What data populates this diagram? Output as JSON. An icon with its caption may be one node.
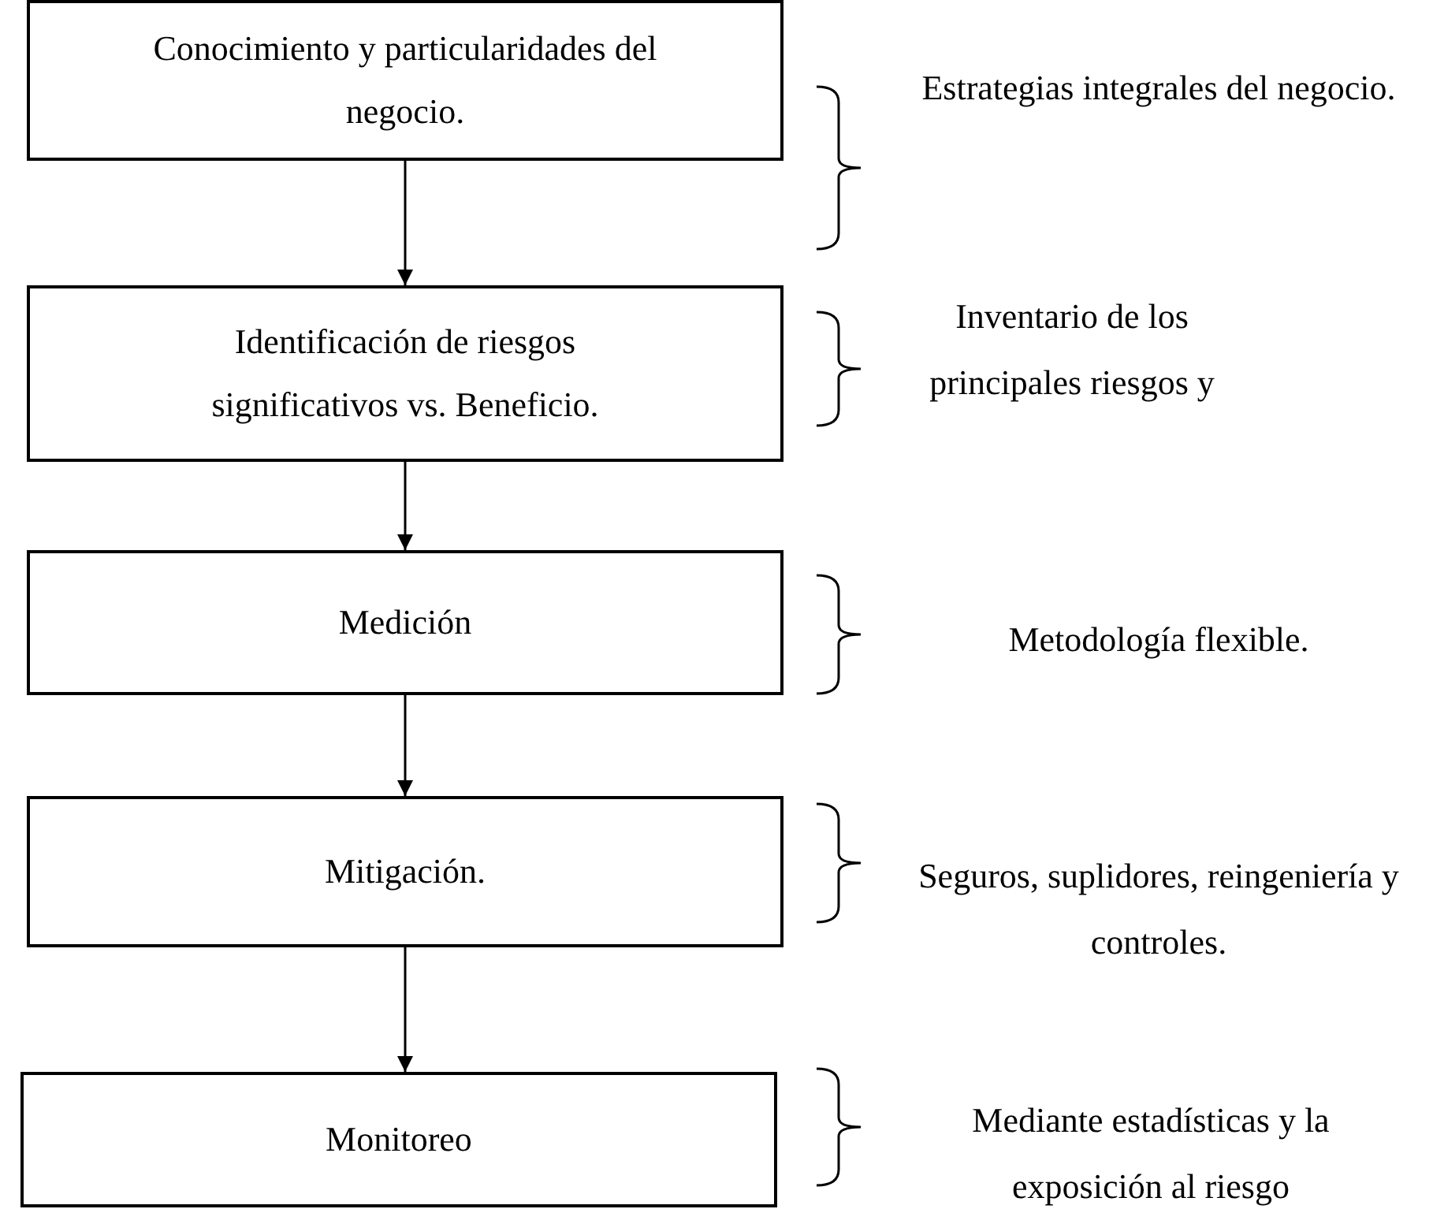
{
  "diagram": {
    "nodes": [
      {
        "text": [
          "Conocimiento y particularidades del negocio."
        ]
      },
      {
        "text": [
          "Identificación de riesgos significativos vs. Beneficio."
        ]
      },
      {
        "text": [
          "Medición"
        ]
      },
      {
        "text": [
          "Mitigación."
        ]
      },
      {
        "text": [
          "Monitoreo"
        ]
      }
    ],
    "labels": [
      "Estrategias integrales del negocio.",
      "Inventario de los principales riesgos y",
      "Metodología flexible.",
      "Seguros, suplidores, reingeniería y controles.",
      "Mediante estadísticas y la exposición al riesgo"
    ],
    "edges": [
      {
        "from": 0,
        "to": 1,
        "arrow": "to"
      },
      {
        "from": 1,
        "to": 2,
        "arrow": "to"
      },
      {
        "from": 2,
        "to": 3,
        "arrow": "to"
      },
      {
        "from": 3,
        "to": 4,
        "arrow": "to"
      }
    ]
  }
}
